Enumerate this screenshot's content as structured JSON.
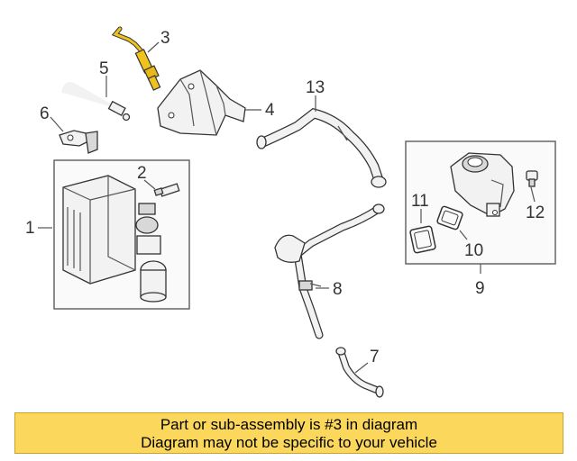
{
  "diagram": {
    "callouts": [
      "1",
      "2",
      "3",
      "4",
      "5",
      "6",
      "7",
      "8",
      "9",
      "10",
      "11",
      "12",
      "13"
    ],
    "highlight_color": "#f0c21e",
    "banner_color": "#fbd75b"
  },
  "banner": {
    "line1": "Part or sub-assembly is #3 in diagram",
    "line2": "Diagram may not be specific to your vehicle"
  }
}
